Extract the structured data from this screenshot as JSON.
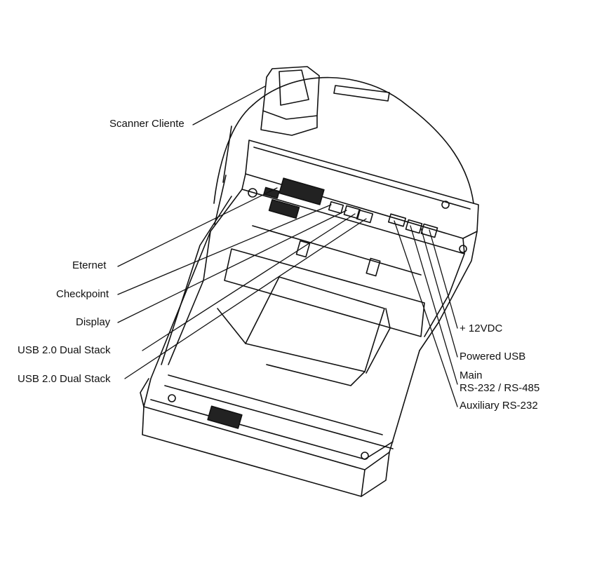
{
  "labels": {
    "scanner_cliente": "Scanner Cliente",
    "eternet": "Eternet",
    "checkpoint": "Checkpoint",
    "display": "Display",
    "usb_dual_stack_1": "USB 2.0 Dual Stack",
    "usb_dual_stack_2": "USB 2.0 Dual Stack",
    "power_12vdc": "+ 12VDC",
    "powered_usb": "Powered USB",
    "main_line1": "Main",
    "main_line2": "RS-232 / RS-485",
    "auxiliary_rs232": "Auxiliary RS-232"
  },
  "colors": {
    "line": "#111111",
    "dark_fill": "#222222",
    "background": "#ffffff"
  }
}
